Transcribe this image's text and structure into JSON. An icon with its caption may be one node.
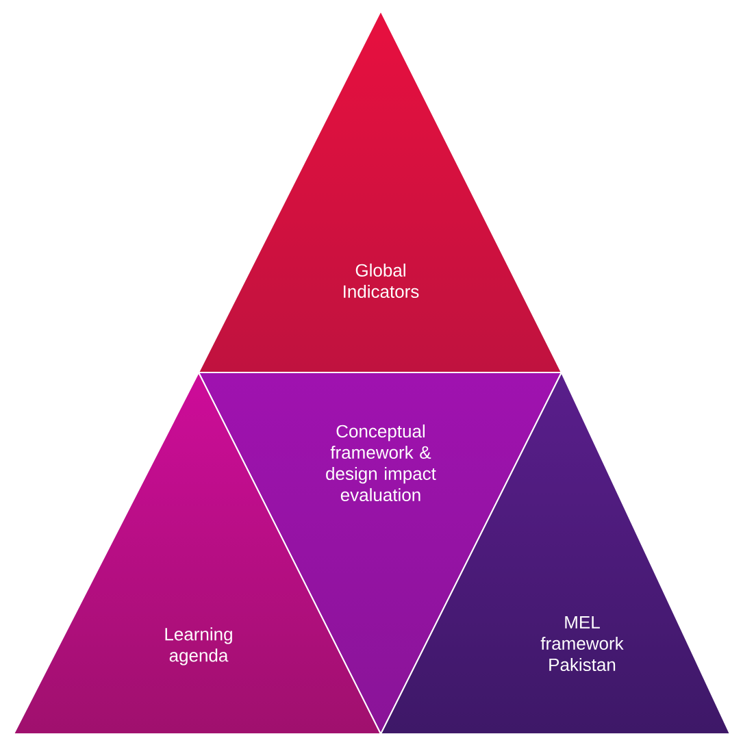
{
  "diagram": {
    "nodes": [
      {
        "text": [
          "Global Indicators"
        ]
      },
      {
        "text": [
          "Conceptual framework & design impact evaluation"
        ]
      },
      {
        "text": [
          "Learning agenda"
        ]
      },
      {
        "text": [
          "MEL framework Pakistan"
        ]
      }
    ]
  }
}
